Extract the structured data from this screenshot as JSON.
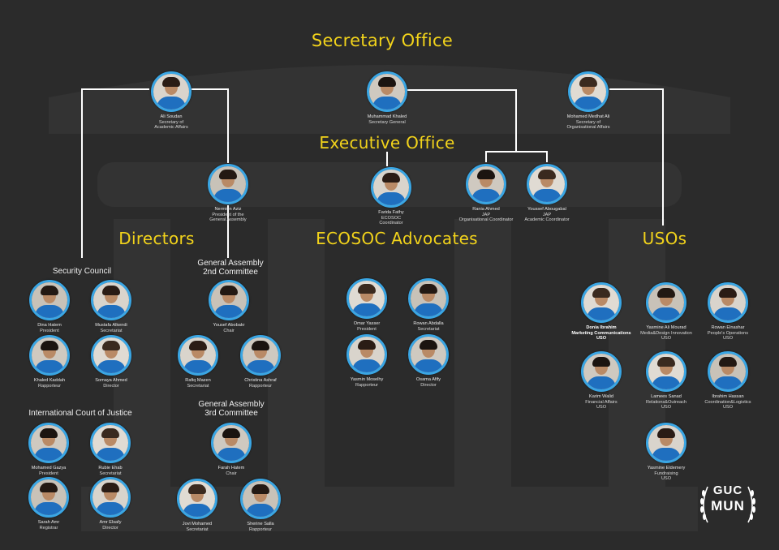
{
  "headings": {
    "secretary_office": "Secretary Office",
    "executive_office": "Executive Office",
    "directors": "Directors",
    "ecosoc_advocates": "ECOSOC Advocates",
    "usos": "USOs"
  },
  "committees": {
    "security_council": "Security Council",
    "ga2": "General Assembly\n2nd Committee",
    "icj": "International Court of Justice",
    "ga3": "General Assembly\n3rd Committee"
  },
  "members": {
    "ali": {
      "name": "Ali Soudan",
      "role": "Secretary of\nAcademic Affairs"
    },
    "muhammad": {
      "name": "Muhammad Khaled",
      "role": "Secretary General"
    },
    "medhat": {
      "name": "Mohamed Medhat Ali",
      "role": "Secretary of\nOrganisational Affairs"
    },
    "nermien": {
      "name": "Nermien Aziz",
      "role": "President of the\nGeneral Assembly"
    },
    "farida": {
      "name": "Farida Fathy",
      "role": "ECOSOC\nCoordinator"
    },
    "rania": {
      "name": "Rania Ahmed",
      "role": "JAP\nOrganisational Coordinator"
    },
    "youssef_ab": {
      "name": "Youssef Abougabal",
      "role": "JAP\nAcademic Coordinator"
    },
    "dina": {
      "name": "Dina Hatem",
      "role": "President"
    },
    "mustafa": {
      "name": "Mustafa Alkendi",
      "role": "Secretariat"
    },
    "khaled": {
      "name": "Khaled Kaddah",
      "role": "Rapporteur"
    },
    "somaya": {
      "name": "Somaya Ahmed",
      "role": "Director"
    },
    "yousef_abo": {
      "name": "Yousef Abobakr",
      "role": "Chair"
    },
    "rafiq": {
      "name": "Rafiq Mazen",
      "role": "Secretariat"
    },
    "christina": {
      "name": "Christina Ashraf",
      "role": "Rapporteur"
    },
    "omar": {
      "name": "Omar Yasser",
      "role": "President"
    },
    "rowan_a": {
      "name": "Rowan Abdalla",
      "role": "Secretariat"
    },
    "yasmin_m": {
      "name": "Yasmin Moselhy",
      "role": "Rapporteur"
    },
    "osama": {
      "name": "Osama Afify",
      "role": "Director"
    },
    "donia": {
      "name": "Donia Ibrahim",
      "role": "Marketing Communications\nUSO"
    },
    "yasmine_a": {
      "name": "Yasmine Ali Mourad",
      "role": "Media&Design Innovation\nUSO"
    },
    "rowan_e": {
      "name": "Rowan Elnashar",
      "role": "People's Operations\nUSO"
    },
    "karim": {
      "name": "Karim Walid",
      "role": "Financial Affairs\nUSO"
    },
    "lamees": {
      "name": "Lamees Sanad",
      "role": "Relations&Outreach\nUSO"
    },
    "ibrahim": {
      "name": "Ibrahim Hassan",
      "role": "Coordination&Logistics\nUSO"
    },
    "yasmine_e": {
      "name": "Yasmine Eldemery",
      "role": "Fundraising\nUSO"
    },
    "mohamed_g": {
      "name": "Mohamed Gazya",
      "role": "President"
    },
    "rubie": {
      "name": "Rubie Ehab",
      "role": "Secretariat"
    },
    "sarah": {
      "name": "Sarah Amr",
      "role": "Registrar"
    },
    "amr": {
      "name": "Amr Elsafy",
      "role": "Director"
    },
    "farah": {
      "name": "Farah Hatem",
      "role": "Chair"
    },
    "jovi": {
      "name": "Jovi Mohamed",
      "role": "Secretariat"
    },
    "sherine": {
      "name": "Sherine Salla",
      "role": "Rapporteur"
    }
  },
  "logo": {
    "line1": "GUC",
    "line2": "MUN"
  },
  "colors": {
    "background": "#2b2b2b",
    "heading": "#f2d31b",
    "avatar_ring": "#3aa6e4",
    "connector": "#ffffff"
  }
}
